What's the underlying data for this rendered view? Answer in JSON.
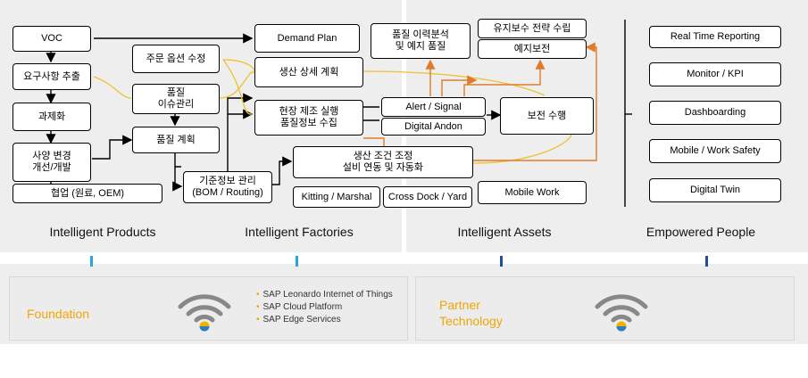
{
  "colors": {
    "orange": "#e07b2a",
    "yellow": "#f0c030",
    "tick_light": "#29a3e0",
    "tick_dark": "#1f4e9e",
    "foundation_text": "#f0a500"
  },
  "products": {
    "voc": "VOC",
    "requirements": "요구사항 추출",
    "tasking": "과제화",
    "spec_change": "사양 변경\n개선/개발",
    "collab": "협업 (원료, OEM)"
  },
  "factories": {
    "demand_plan": "Demand Plan",
    "order_option": "주문 옵션 수정",
    "quality_issue": "품질\n이슈관리",
    "quality_plan": "품질 계획",
    "production_plan": "생산 상세 계획",
    "field_exec": "현장 제조 실행\n품질정보 수집",
    "master_data": "기준정보 관리\n(BOM / Routing)",
    "condition_adjust": "생산 조건 조정\n설비 연동 및 자동화",
    "kitting": "Kitting / Marshal",
    "crossdock": "Cross Dock / Yard"
  },
  "assets": {
    "quality_history": "품질 이력분석\n및 예지 품질",
    "maint_strategy": "유지보수 전략 수립",
    "predictive_maint": "예지보전",
    "alert_signal": "Alert / Signal",
    "digital_andon": "Digital Andon",
    "maint_exec": "보전 수행",
    "mobile_work": "Mobile Work"
  },
  "people": [
    "Real Time Reporting",
    "Monitor / KPI",
    "Dashboarding",
    "Mobile / Work Safety",
    "Digital Twin"
  ],
  "columns": [
    "Intelligent Products",
    "Intelligent Factories",
    "Intelligent Assets",
    "Empowered People"
  ],
  "foundation": {
    "title": "Foundation",
    "items": [
      "SAP Leonardo Internet of Things",
      "SAP Cloud Platform",
      "SAP Edge Services"
    ]
  },
  "partner": {
    "title": "Partner\nTechnology"
  }
}
